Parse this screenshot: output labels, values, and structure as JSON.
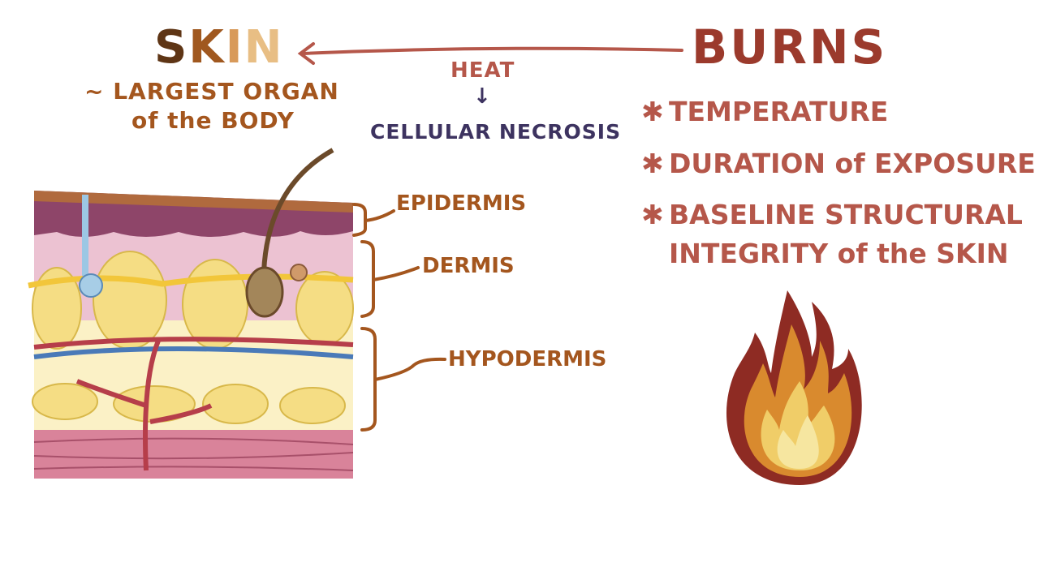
{
  "skin": {
    "title_letters": [
      "S",
      "K",
      "I",
      "N"
    ],
    "title_colors": [
      "#5e3515",
      "#a0581f",
      "#d89a5a",
      "#e8be84"
    ],
    "subtitle_line1": "~ LARGEST ORGAN",
    "subtitle_line2": "of the BODY"
  },
  "mechanism": {
    "cause": "HEAT",
    "arrow": "↓",
    "effect": "CELLULAR NECROSIS"
  },
  "burns": {
    "title": "BURNS",
    "bullet": "✱",
    "factors": [
      "TEMPERATURE",
      "DURATION of EXPOSURE",
      "BASELINE STRUCTURAL",
      "INTEGRITY of the SKIN"
    ]
  },
  "layers": {
    "epidermis": "EPIDERMIS",
    "dermis": "DERMIS",
    "hypodermis": "HYPODERMIS"
  },
  "colors": {
    "brown_text": "#a4561e",
    "burns_red": "#9b3a2c",
    "factor_red": "#b5574a",
    "necrosis_purple": "#3d3360",
    "flame_outer": "#8e2b23",
    "flame_mid": "#d98a2e",
    "flame_inner": "#f6e6a0"
  }
}
